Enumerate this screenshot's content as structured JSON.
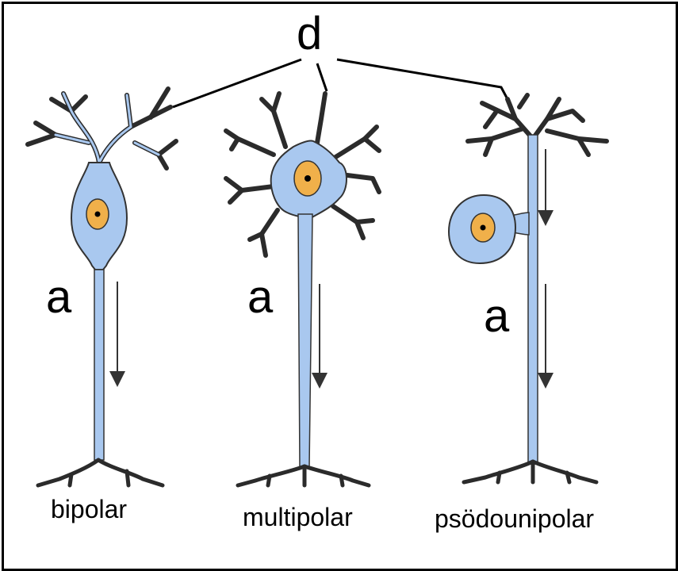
{
  "labels": {
    "dendrite_marker": "d",
    "axon_marker_bipolar": "a",
    "axon_marker_multipolar": "a",
    "axon_marker_pseudounipolar": "a"
  },
  "neurons": [
    {
      "id": "bipolar",
      "name": "bipolar"
    },
    {
      "id": "multipolar",
      "name": "multipolar"
    },
    {
      "id": "pseudounipolar",
      "name": "psödounipolar"
    }
  ],
  "colors": {
    "cell_body": "#a9c8ef",
    "nucleus": "#f0b04a",
    "nucleolus": "#000000",
    "outline": "#333333",
    "branches": "#2b2b2b",
    "frame": "#000000",
    "background": "#ffffff"
  }
}
